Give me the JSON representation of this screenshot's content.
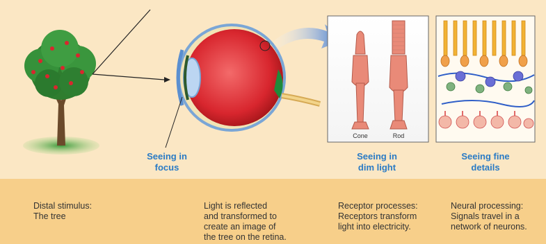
{
  "captions": {
    "focus": [
      "Seeing in",
      "focus"
    ],
    "dim_light": [
      "Seeing in",
      "dim light"
    ],
    "fine_details": [
      "Seeing fine",
      "details"
    ]
  },
  "receptor_labels": {
    "cone": "Cone",
    "rod": "Rod"
  },
  "descriptions": {
    "distal": [
      "Distal stimulus:",
      "The tree"
    ],
    "light": [
      "Light is reflected",
      "and transformed to",
      "create an image of",
      "the tree on the retina."
    ],
    "receptor": [
      "Receptor processes:",
      "Receptors transform",
      "light into electricity."
    ],
    "neural": [
      "Neural processing:",
      "Signals travel in a",
      "network of neurons."
    ]
  },
  "colors": {
    "background": "#fbe7c4",
    "bottom_band": "#f7cf8a",
    "caption_blue": "#2a7bc5"
  }
}
